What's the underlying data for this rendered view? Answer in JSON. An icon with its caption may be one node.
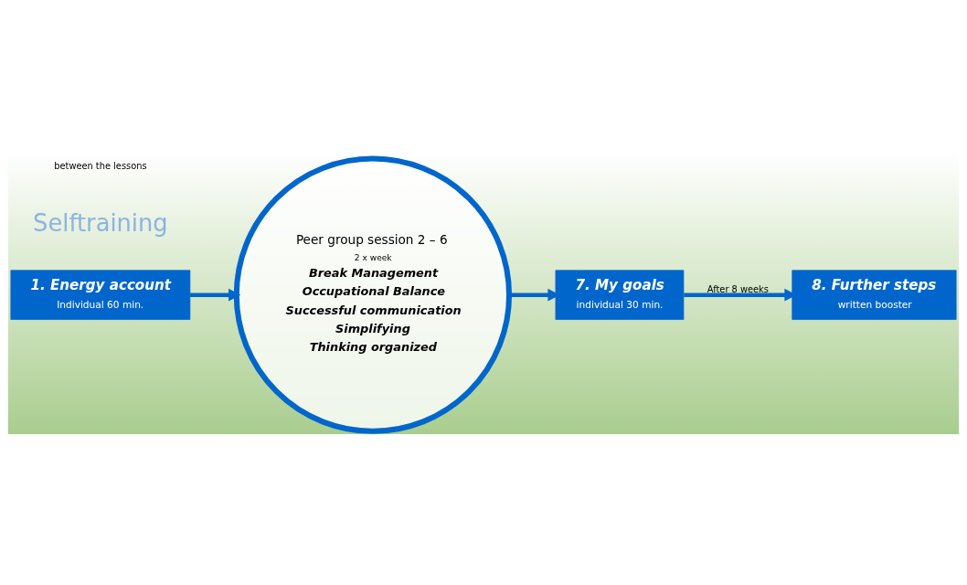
{
  "diagram": {
    "nodes": [
      {
        "text": [
          "1. Energy account",
          "Individual 60 min."
        ]
      },
      {
        "text": [
          "Peer group session 2 – 6",
          "2 x week",
          "Break Management",
          "Occupational Balance",
          "Successful communication",
          "Simplifying",
          "Thinking organized"
        ]
      },
      {
        "text": [
          "7. My goals",
          "individual 30 min."
        ]
      },
      {
        "text": [
          "8. Further steps",
          "written booster"
        ]
      }
    ],
    "edges": [
      {
        "from": 0,
        "to": 1,
        "arrow": "to"
      },
      {
        "from": 1,
        "to": 2,
        "arrow": "to"
      },
      {
        "from": 2,
        "to": 3,
        "arrow": "to",
        "label": "After 8 weeks"
      }
    ],
    "labels": [
      "Selftraining",
      "between the lessons"
    ]
  }
}
